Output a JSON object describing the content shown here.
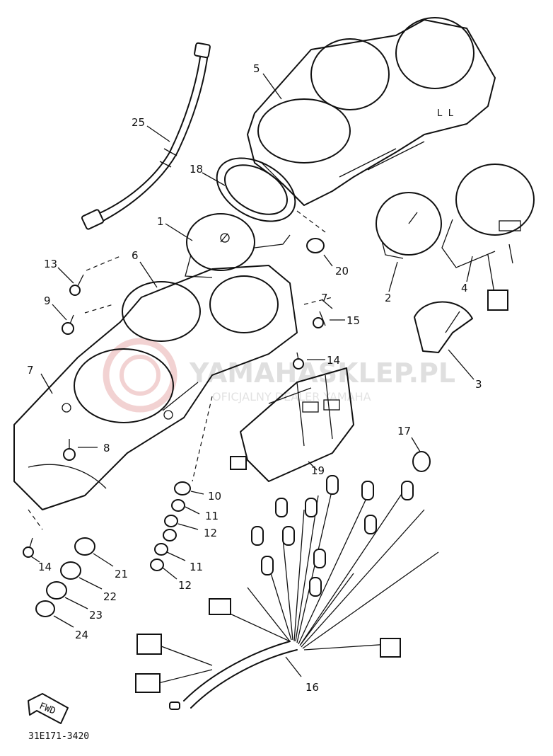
{
  "diagram": {
    "part_labels": {
      "p1": "1",
      "p2": "2",
      "p3": "3",
      "p4": "4",
      "p5": "5",
      "p6": "6",
      "p7a": "7",
      "p7b": "7",
      "p8": "8",
      "p9": "9",
      "p10": "10",
      "p11a": "11",
      "p11b": "11",
      "p12a": "12",
      "p12b": "12",
      "p13": "13",
      "p14a": "14",
      "p14b": "14",
      "p15": "15",
      "p16": "16",
      "p17": "17",
      "p18": "18",
      "p19": "19",
      "p20": "20",
      "p21": "21",
      "p22": "22",
      "p23": "23",
      "p24": "24",
      "p25": "25"
    },
    "fwd_label": "FWD",
    "drawing_code": "31E171-3420",
    "watermark": {
      "title": "YAMAHASKLEP.PL",
      "subtitle": "OFICJALNY DEALER YAMAHA",
      "color": "#e8b4b4"
    }
  }
}
